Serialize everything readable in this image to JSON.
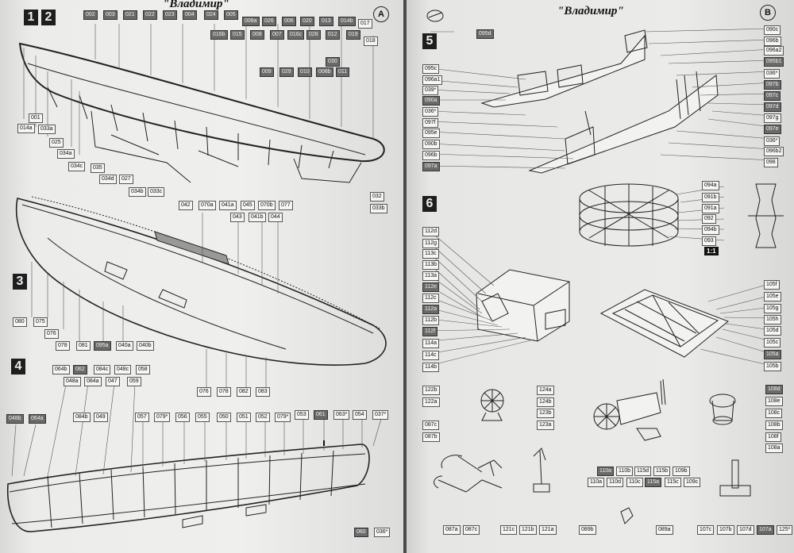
{
  "page_a": {
    "title": "\"Владимир\"",
    "sheet_letter": "A",
    "steps": [
      "1",
      "2",
      "3",
      "4"
    ],
    "labels": [
      {
        "t": "002",
        "d": true
      },
      {
        "t": "003",
        "d": true
      },
      {
        "t": "021",
        "d": true
      },
      {
        "t": "022",
        "d": true
      },
      {
        "t": "023",
        "d": true
      },
      {
        "t": "004",
        "d": true
      },
      {
        "t": "024",
        "d": true
      },
      {
        "t": "005",
        "d": true
      },
      {
        "t": "008a",
        "d": true
      },
      {
        "t": "026",
        "d": true
      },
      {
        "t": "006",
        "d": true
      },
      {
        "t": "020",
        "d": true
      },
      {
        "t": "013",
        "d": true
      },
      {
        "t": "014b",
        "d": true
      },
      {
        "t": "017",
        "d": false
      },
      {
        "t": "016b",
        "d": true
      },
      {
        "t": "015",
        "d": true
      },
      {
        "t": "008",
        "d": true
      },
      {
        "t": "007",
        "d": true
      },
      {
        "t": "016c",
        "d": true
      },
      {
        "t": "028",
        "d": true
      },
      {
        "t": "012",
        "d": true
      },
      {
        "t": "019",
        "d": true
      },
      {
        "t": "018",
        "d": false
      },
      {
        "t": "030",
        "d": true
      },
      {
        "t": "009",
        "d": true
      },
      {
        "t": "029",
        "d": true
      },
      {
        "t": "010",
        "d": true
      },
      {
        "t": "008b",
        "d": true
      },
      {
        "t": "011",
        "d": true
      },
      {
        "t": "001",
        "d": false
      },
      {
        "t": "014a",
        "d": false
      },
      {
        "t": "033a",
        "d": false
      },
      {
        "t": "025",
        "d": false
      },
      {
        "t": "034a",
        "d": false
      },
      {
        "t": "034c",
        "d": false
      },
      {
        "t": "035",
        "d": false
      },
      {
        "t": "034d",
        "d": false
      },
      {
        "t": "027",
        "d": false
      },
      {
        "t": "034b",
        "d": false
      },
      {
        "t": "033c",
        "d": false
      },
      {
        "t": "032",
        "d": false
      },
      {
        "t": "033b",
        "d": false
      },
      {
        "t": "042",
        "d": false
      },
      {
        "t": "070a",
        "d": false
      },
      {
        "t": "041a",
        "d": false
      },
      {
        "t": "045",
        "d": false
      },
      {
        "t": "070b",
        "d": false
      },
      {
        "t": "077",
        "d": false
      },
      {
        "t": "043",
        "d": false
      },
      {
        "t": "041b",
        "d": false
      },
      {
        "t": "044",
        "d": false
      },
      {
        "t": "080",
        "d": false
      },
      {
        "t": "075",
        "d": false
      },
      {
        "t": "076",
        "d": false
      },
      {
        "t": "078",
        "d": false
      },
      {
        "t": "081",
        "d": false
      },
      {
        "t": "095a",
        "d": true
      },
      {
        "t": "040a",
        "d": false
      },
      {
        "t": "040b",
        "d": false
      },
      {
        "t": "076",
        "d": false
      },
      {
        "t": "078",
        "d": false
      },
      {
        "t": "082",
        "d": false
      },
      {
        "t": "083",
        "d": false
      },
      {
        "t": "064b",
        "d": false
      },
      {
        "t": "062",
        "d": true
      },
      {
        "t": "084c",
        "d": false
      },
      {
        "t": "048c",
        "d": false
      },
      {
        "t": "058",
        "d": false
      },
      {
        "t": "048a",
        "d": false
      },
      {
        "t": "084a",
        "d": false
      },
      {
        "t": "047",
        "d": false
      },
      {
        "t": "059",
        "d": false
      },
      {
        "t": "084b",
        "d": false
      },
      {
        "t": "049",
        "d": false
      },
      {
        "t": "057",
        "d": false
      },
      {
        "t": "079*",
        "d": false
      },
      {
        "t": "056",
        "d": false
      },
      {
        "t": "055",
        "d": false
      },
      {
        "t": "050",
        "d": false
      },
      {
        "t": "051",
        "d": false
      },
      {
        "t": "052",
        "d": false
      },
      {
        "t": "079*",
        "d": false
      },
      {
        "t": "053",
        "d": false
      },
      {
        "t": "061",
        "d": true
      },
      {
        "t": "063*",
        "d": false
      },
      {
        "t": "054",
        "d": false
      },
      {
        "t": "037*",
        "d": false
      },
      {
        "t": "048b",
        "d": true
      },
      {
        "t": "064a",
        "d": true
      },
      {
        "t": "060",
        "d": true
      },
      {
        "t": "036*",
        "d": false
      }
    ]
  },
  "page_b": {
    "title": "\"Владимир\"",
    "sheet_letter": "B",
    "steps": [
      "5",
      "6"
    ],
    "scale": "1:1",
    "labels": [
      {
        "t": "095d",
        "d": true
      },
      {
        "t": "090c",
        "d": false
      },
      {
        "t": "096b",
        "d": false
      },
      {
        "t": "096a2",
        "d": false
      },
      {
        "t": "095b1",
        "d": true
      },
      {
        "t": "036*",
        "d": false
      },
      {
        "t": "097b",
        "d": true
      },
      {
        "t": "097c",
        "d": true
      },
      {
        "t": "097d",
        "d": true
      },
      {
        "t": "097g",
        "d": false
      },
      {
        "t": "097e",
        "d": true
      },
      {
        "t": "036*",
        "d": false
      },
      {
        "t": "096b2",
        "d": false
      },
      {
        "t": "098",
        "d": false
      },
      {
        "t": "095c",
        "d": false
      },
      {
        "t": "096a1",
        "d": false
      },
      {
        "t": "039*",
        "d": false
      },
      {
        "t": "090a",
        "d": true
      },
      {
        "t": "036*",
        "d": false
      },
      {
        "t": "097f",
        "d": false
      },
      {
        "t": "095e",
        "d": false
      },
      {
        "t": "090b",
        "d": false
      },
      {
        "t": "096b",
        "d": false
      },
      {
        "t": "097a",
        "d": true
      },
      {
        "t": "094a",
        "d": false
      },
      {
        "t": "091b",
        "d": false
      },
      {
        "t": "091a",
        "d": false
      },
      {
        "t": "092",
        "d": false
      },
      {
        "t": "094b",
        "d": false
      },
      {
        "t": "093",
        "d": false
      },
      {
        "t": "112d",
        "d": false
      },
      {
        "t": "112g",
        "d": false
      },
      {
        "t": "113c",
        "d": false
      },
      {
        "t": "113b",
        "d": false
      },
      {
        "t": "113a",
        "d": false
      },
      {
        "t": "112e",
        "d": true
      },
      {
        "t": "112c",
        "d": false
      },
      {
        "t": "112a",
        "d": true
      },
      {
        "t": "112b",
        "d": false
      },
      {
        "t": "112f",
        "d": true
      },
      {
        "t": "114a",
        "d": false
      },
      {
        "t": "114c",
        "d": false
      },
      {
        "t": "114b",
        "d": false
      },
      {
        "t": "105f",
        "d": false
      },
      {
        "t": "105e",
        "d": false
      },
      {
        "t": "105g",
        "d": false
      },
      {
        "t": "105h",
        "d": false
      },
      {
        "t": "105d",
        "d": false
      },
      {
        "t": "105c",
        "d": false
      },
      {
        "t": "105a",
        "d": true
      },
      {
        "t": "105b",
        "d": false
      },
      {
        "t": "122b",
        "d": false
      },
      {
        "t": "122a",
        "d": false
      },
      {
        "t": "124a",
        "d": false
      },
      {
        "t": "124b",
        "d": false
      },
      {
        "t": "123b",
        "d": false
      },
      {
        "t": "123a",
        "d": false
      },
      {
        "t": "108d",
        "d": true
      },
      {
        "t": "108e",
        "d": false
      },
      {
        "t": "108c",
        "d": false
      },
      {
        "t": "108b",
        "d": false
      },
      {
        "t": "108f",
        "d": false
      },
      {
        "t": "108a",
        "d": false
      },
      {
        "t": "087c",
        "d": false
      },
      {
        "t": "087b",
        "d": false
      },
      {
        "t": "110a",
        "d": true
      },
      {
        "t": "110b",
        "d": false
      },
      {
        "t": "115d",
        "d": false
      },
      {
        "t": "115b",
        "d": false
      },
      {
        "t": "109b",
        "d": false
      },
      {
        "t": "110a",
        "d": false
      },
      {
        "t": "110d",
        "d": false
      },
      {
        "t": "110c",
        "d": false
      },
      {
        "t": "115a",
        "d": true
      },
      {
        "t": "115c",
        "d": false
      },
      {
        "t": "109c",
        "d": false
      },
      {
        "t": "087a",
        "d": false
      },
      {
        "t": "087c",
        "d": false
      },
      {
        "t": "121c",
        "d": false
      },
      {
        "t": "121b",
        "d": false
      },
      {
        "t": "121a",
        "d": false
      },
      {
        "t": "089b",
        "d": false
      },
      {
        "t": "089a",
        "d": false
      },
      {
        "t": "107c",
        "d": false
      },
      {
        "t": "107b",
        "d": false
      },
      {
        "t": "107d",
        "d": false
      },
      {
        "t": "107a",
        "d": true
      },
      {
        "t": "125*",
        "d": false
      }
    ]
  }
}
